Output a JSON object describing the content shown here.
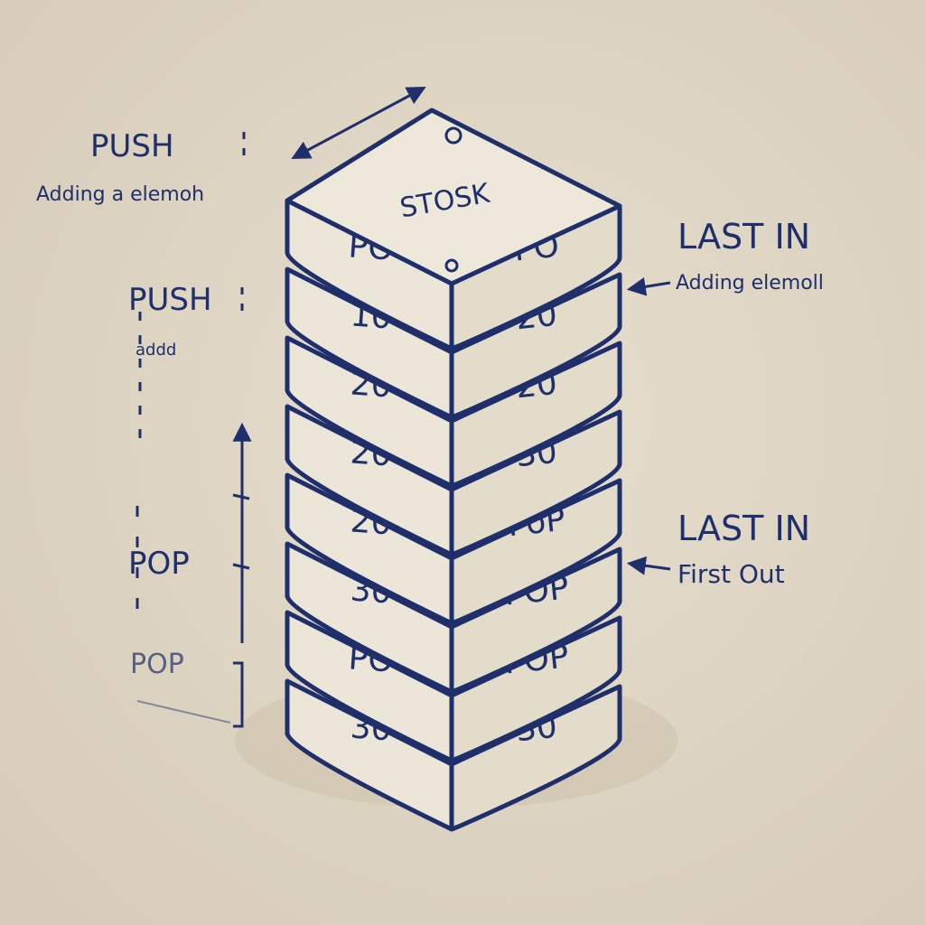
{
  "stack_label": "STOSK",
  "left_annotations": {
    "push_top": {
      "title": "PUSH",
      "subtitle": "Adding a elemoh"
    },
    "push_mid": {
      "title": "PUSH",
      "subtitle": "addd"
    },
    "pop_mid": {
      "title": "POP"
    },
    "pop_low": {
      "title": "POP"
    }
  },
  "right_annotations": {
    "lifo_top": {
      "title": "LAST IN",
      "subtitle": "Adding elemoll"
    },
    "lifo_bottom": {
      "title": "LAST IN",
      "subtitle": "First Out"
    }
  },
  "blocks": [
    {
      "front_left": "PO",
      "front_right": "PO"
    },
    {
      "front_left": "10",
      "front_right": "20"
    },
    {
      "front_left": "20",
      "front_right": "20"
    },
    {
      "front_left": "20",
      "front_right": "30"
    },
    {
      "front_left": "20",
      "front_right": "PöP"
    },
    {
      "front_left": "30",
      "front_right": "POP"
    },
    {
      "front_left": "PO",
      "front_right": "POP"
    },
    {
      "front_left": "30",
      "front_right": "30"
    }
  ],
  "colors": {
    "ink": "#1e2f6b",
    "block_face": "#ece6d8",
    "block_side": "#e3dccb",
    "background": "#ddd3c2"
  }
}
